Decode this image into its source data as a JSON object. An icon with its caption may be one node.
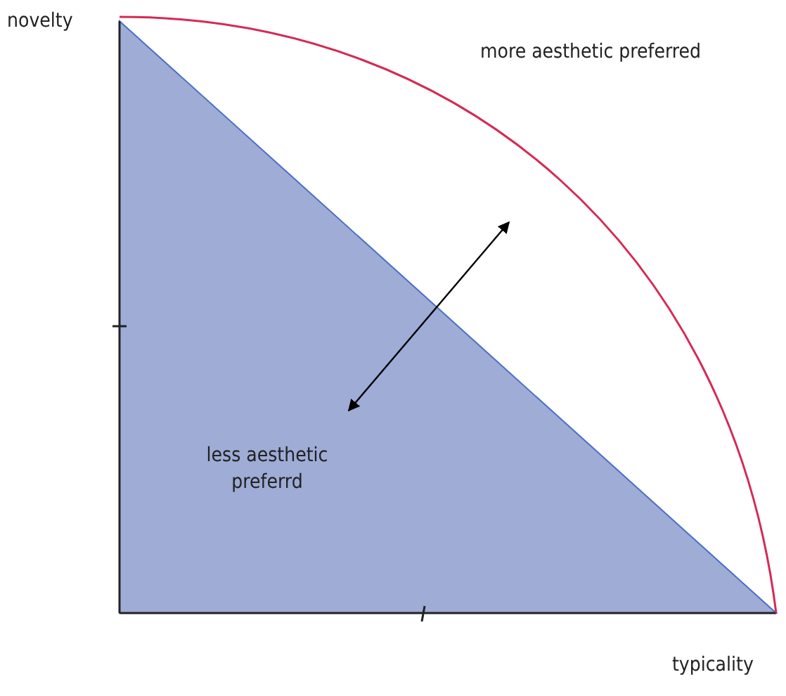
{
  "diagram": {
    "labels": [
      "novelty",
      "more aesthetic preferred",
      "less aesthetic preferrd",
      "typicality"
    ]
  }
}
